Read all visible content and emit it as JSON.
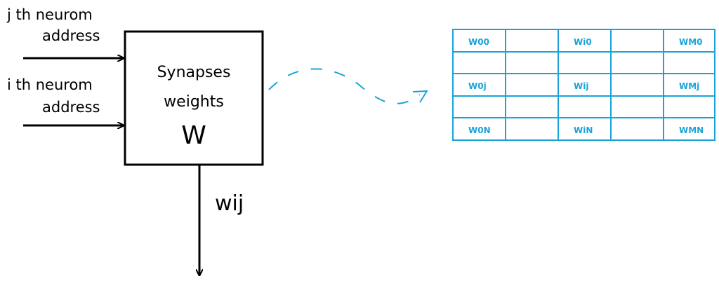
{
  "labels": {
    "j_input_line1": "j th neurom",
    "j_input_line2": "address",
    "i_input_line1": "i th neurom",
    "i_input_line2": "address",
    "box_line1": "Synapses",
    "box_line2": "weights",
    "box_line3": "W",
    "output": "wij"
  },
  "colors": {
    "ink": "#000000",
    "table": "#1aa3d9"
  },
  "matrix": {
    "rows": [
      [
        "W00",
        "",
        "Wi0",
        "",
        "WM0"
      ],
      [
        "",
        "",
        "",
        "",
        ""
      ],
      [
        "W0j",
        "",
        "Wij",
        "",
        "WMj"
      ],
      [
        "",
        "",
        "",
        "",
        ""
      ],
      [
        "W0N",
        "",
        "WiN",
        "",
        "WMN"
      ]
    ]
  }
}
